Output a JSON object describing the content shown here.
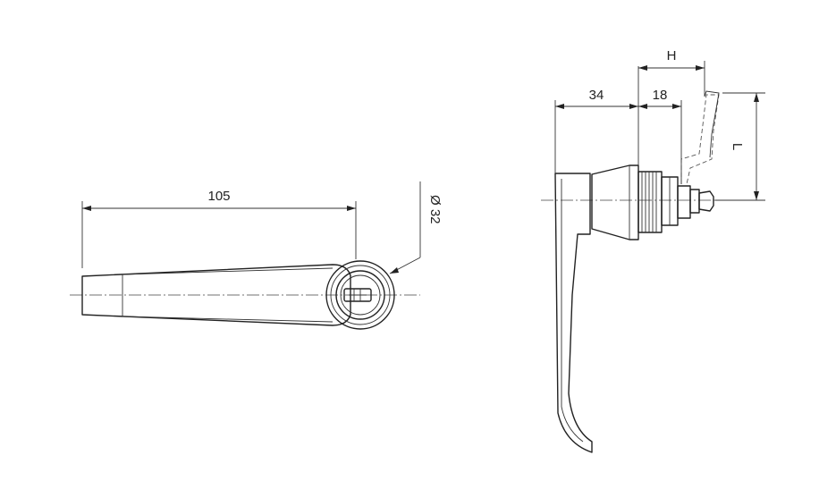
{
  "front_view": {
    "length_label": "105",
    "diameter_label": "Ø 32"
  },
  "side_view": {
    "dim_34": "34",
    "dim_18": "18",
    "dim_h": "H",
    "dim_l": "L"
  }
}
